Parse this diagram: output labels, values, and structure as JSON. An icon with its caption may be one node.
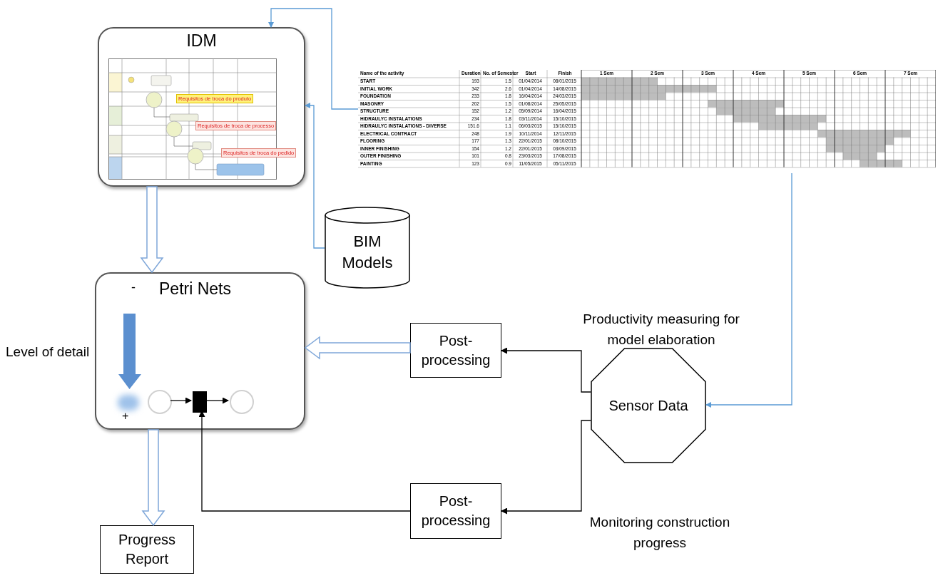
{
  "diagram": {
    "nodes": [
      {
        "text": [
          "IDM"
        ]
      },
      {
        "text": [],
        "shape": "table"
      },
      {
        "text": [
          "BIM Models"
        ]
      },
      {
        "text": [
          "Petri Nets"
        ]
      },
      {
        "text": [],
        "shape": "circle",
        "in": 3
      },
      {
        "text": [],
        "shape": "bar",
        "in": 3
      },
      {
        "text": [],
        "shape": "circle",
        "in": 3
      },
      {
        "text": [
          "Post- processing"
        ]
      },
      {
        "text": [
          "Sensor Data"
        ]
      },
      {
        "text": [
          "Post- processing"
        ]
      },
      {
        "text": [
          "Progress Report"
        ]
      }
    ],
    "edges": [
      {
        "from": 1,
        "to": 0,
        "arrow": "to",
        "color": "#5b9bd5"
      },
      {
        "from": 2,
        "to": 0,
        "arrow": "to",
        "color": "#5b9bd5"
      },
      {
        "from": 1,
        "to": 8,
        "arrow": "to",
        "color": "#5b9bd5"
      },
      {
        "from": 0,
        "to": 3,
        "arrow": "to",
        "style": "thick",
        "color": "#7fa7d9"
      },
      {
        "from": 7,
        "to": 3,
        "arrow": "to",
        "style": "thick",
        "color": "#7fa7d9"
      },
      {
        "from": 3,
        "to": 10,
        "arrow": "to",
        "style": "thick",
        "color": "#7fa7d9"
      },
      {
        "from": 8,
        "to": 7,
        "arrow": "to"
      },
      {
        "from": 8,
        "to": 9,
        "arrow": "to"
      },
      {
        "from": 9,
        "to": 5,
        "arrow": "to"
      },
      {
        "from": 4,
        "to": 5,
        "arrow": "to"
      },
      {
        "from": 5,
        "to": 6,
        "arrow": "to"
      }
    ],
    "labels": [
      "-",
      "+",
      "Level of detail",
      "Productivity measuring for model elaboration",
      "Monitoring construction progress",
      "Requisitos de troca do produto",
      "Requisitos de troca de processo",
      "Requisitos de troca do pedido",
      "Name of the activity",
      "Duration",
      "No. of Semester",
      "Start",
      "Finish",
      "1 Sem",
      "2 Sem",
      "3 Sem",
      "4 Sem",
      "5 Sem",
      "6 Sem",
      "7 Sem",
      "START",
      "193",
      "1.5",
      "01/04/2014",
      "08/01/2015",
      "INITIAL WORK",
      "342",
      "2.6",
      "01/04/2014",
      "14/08/2015",
      "FOUNDATION",
      "233",
      "1.8",
      "16/04/2014",
      "24/03/2015",
      "MASONRY",
      "202",
      "1.5",
      "01/08/2014",
      "25/05/2015",
      "STRUCTURE",
      "152",
      "1.2",
      "05/09/2014",
      "16/04/2015",
      "HIDRAULYC INSTALATIONS",
      "234",
      "1.8",
      "03/11/2014",
      "15/10/2015",
      "HIDRAULYC INSTALATIONS - DIVERSE",
      "151.6",
      "1.1",
      "06/03/2015",
      "15/10/2015",
      "ELECTRICAL CONTRACT",
      "248",
      "1.9",
      "10/11/2014",
      "12/11/2015",
      "FLOORING",
      "177",
      "1.3",
      "22/01/2015",
      "08/10/2015",
      "INNER FINISHING",
      "154",
      "1.2",
      "22/01/2015",
      "03/09/2015",
      "OUTER FINISHING",
      "101",
      "0.8",
      "23/03/2015",
      "17/08/2015",
      "PAINTING",
      "123",
      "0.9",
      "11/05/2015",
      "05/11/2015"
    ]
  }
}
